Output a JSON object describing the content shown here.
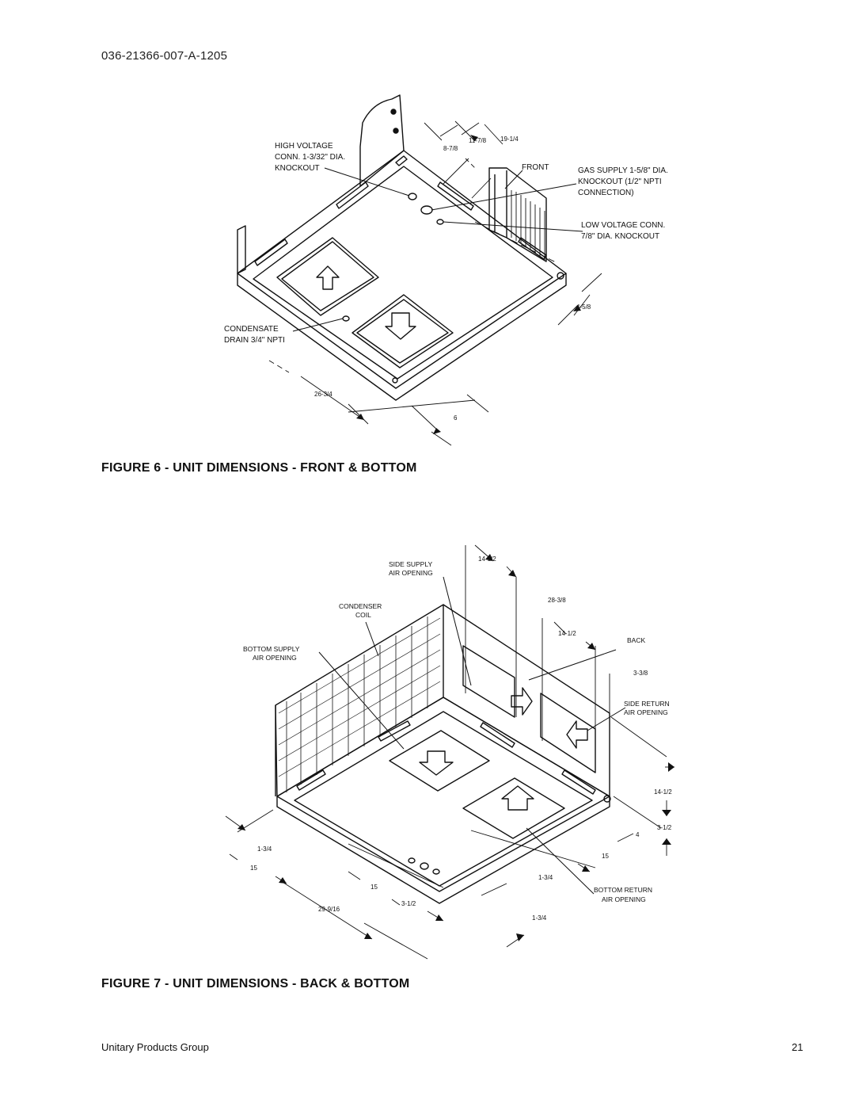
{
  "header": {
    "doc_number": "036-21366-007-A-1205"
  },
  "figure6": {
    "caption": "FIGURE 6 -  UNIT DIMENSIONS - FRONT & BOTTOM",
    "callouts": {
      "high_voltage": [
        "HIGH VOLTAGE",
        "CONN. 1-3/32\" DIA.",
        "KNOCKOUT"
      ],
      "front": "FRONT",
      "gas_supply": [
        "GAS SUPPLY 1-5/8\" DIA.",
        "KNOCKOUT (1/2\" NPTI",
        "CONNECTION)"
      ],
      "low_voltage": [
        "LOW VOLTAGE CONN.",
        "7/8\" DIA. KNOCKOUT"
      ],
      "condensate": [
        "CONDENSATE",
        "DRAIN 3/4\" NPTI"
      ]
    },
    "dimensions": {
      "d1": "11-7/8",
      "d2": "19-1/4",
      "d3": "8-7/8",
      "d4": "4-5/8",
      "d5": "26-3/4",
      "d6": "6"
    }
  },
  "figure7": {
    "caption": "FIGURE 7 -  UNIT DIMENSIONS - BACK & BOTTOM",
    "callouts": {
      "side_supply": [
        "SIDE SUPPLY",
        "AIR OPENING"
      ],
      "condenser": [
        "CONDENSER",
        "COIL"
      ],
      "bottom_supply": [
        "BOTTOM SUPPLY",
        "AIR OPENING"
      ],
      "back": "BACK",
      "side_return": [
        "SIDE RETURN",
        "AIR OPENING"
      ],
      "bottom_return": [
        "BOTTOM RETURN",
        "AIR OPENING"
      ]
    },
    "dimensions": {
      "a": "14-1/2",
      "b": "28-3/8",
      "c": "14-1/2",
      "d": "3-3/8",
      "e": "14-1/2",
      "f": "3-1/2",
      "g": "4",
      "h": "15",
      "i": "1-3/4",
      "j": "15",
      "k": "15",
      "l": "3-1/2",
      "m": "29-9/16",
      "n": "1-3/4",
      "o": "1-3/4"
    }
  },
  "footer": {
    "left": "Unitary Products Group",
    "page": "21"
  }
}
